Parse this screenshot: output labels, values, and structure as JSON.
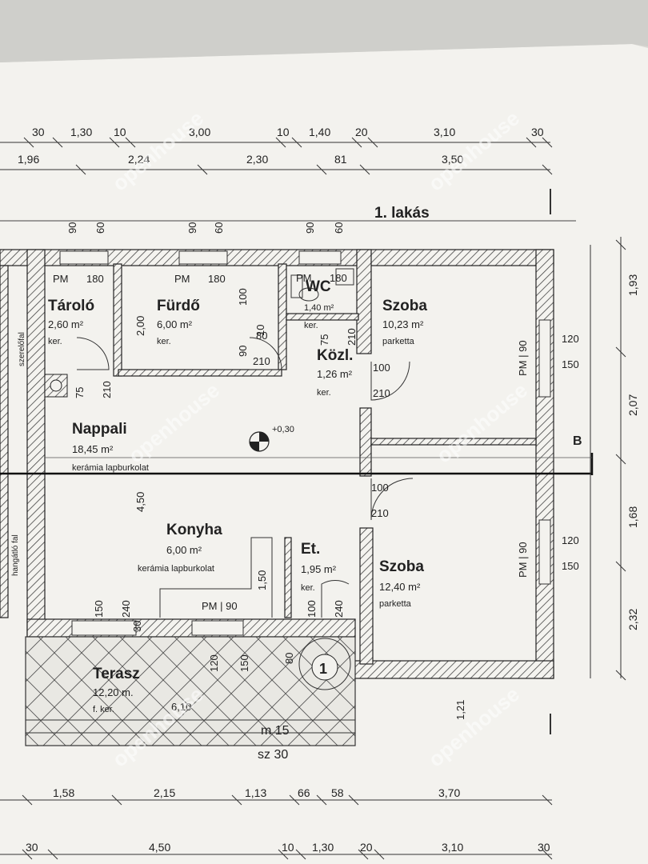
{
  "title": "1. lakás",
  "axis_marker": "B",
  "level": "+0,30",
  "stair": {
    "number": "1",
    "m": "m 15",
    "sz": "sz 30"
  },
  "watermark": "openhouse",
  "top_dims_row1": [
    "30",
    "1,30",
    "10",
    "3,00",
    "10",
    "1,40",
    "20",
    "3,10",
    "30"
  ],
  "top_dims_row2": [
    "1,96",
    "2,24",
    "2,30",
    "81",
    "3,50"
  ],
  "bottom_dims_row1": [
    "1,58",
    "2,15",
    "1,13",
    "66",
    "58",
    "3,70"
  ],
  "bottom_dims_row2": [
    "30",
    "4,50",
    "10",
    "1,30",
    "20",
    "3,10",
    "30"
  ],
  "right_dims": [
    "1,93",
    "2,07",
    "1,68",
    "2,32"
  ],
  "window_dims_top": [
    "90",
    "60",
    "90",
    "60",
    "90",
    "60"
  ],
  "rooms": {
    "tarolo": {
      "name": "Tároló",
      "area": "2,60 m²",
      "floor": "ker.",
      "pm": "PM",
      "pm_val": "180"
    },
    "furdo": {
      "name": "Fürdő",
      "area": "6,00 m²",
      "floor": "ker.",
      "pm": "PM",
      "pm_val": "180"
    },
    "wc": {
      "name": "WC",
      "area": "1,40 m²",
      "floor": "ker.",
      "pm": "PM",
      "pm_val": "180"
    },
    "szoba1": {
      "name": "Szoba",
      "area": "10,23 m²",
      "floor": "parketta"
    },
    "kozl": {
      "name": "Közl.",
      "area": "1,26 m²",
      "floor": "ker."
    },
    "nappali": {
      "name": "Nappali",
      "area": "18,45 m²",
      "floor": "kerámia lapburkolat"
    },
    "konyha": {
      "name": "Konyha",
      "area": "6,00 m²",
      "floor": "kerámia lapburkolat"
    },
    "et": {
      "name": "Et.",
      "area": "1,95 m²",
      "floor": "ker."
    },
    "szoba2": {
      "name": "Szoba",
      "area": "12,40 m²",
      "floor": "parketta"
    },
    "terasz": {
      "name": "Terasz",
      "area": "12,20 m.",
      "floor": "f. ker.",
      "length": "6,10"
    }
  },
  "inner_labels": {
    "furdo_door_w": "80",
    "furdo_door_h": "210",
    "tarolo_door_w": "75",
    "tarolo_door_h": "210",
    "wc_door_w": "75",
    "wc_door_h": "210",
    "furdo_side": "2,00",
    "wall_10": "10",
    "wall_100": "100",
    "wall_90": "90",
    "szoba1_door_w": "100",
    "szoba1_door_h": "210",
    "szoba2_door_w": "100",
    "szoba2_door_h": "210",
    "szoba1_pm": "PM | 90",
    "szoba1_win_w": "120",
    "szoba1_win_h": "150",
    "szoba2_pm": "PM | 90",
    "szoba2_win_w": "120",
    "szoba2_win_h": "150",
    "konyha_pm": "PM | 90",
    "konyha_counter": "1,50",
    "nappali_depth": "4,50",
    "et_door_w": "100",
    "et_door_h": "240",
    "terrace_door_w": "150",
    "terrace_door_h": "240",
    "terrace_30": "30",
    "terrace_win_w": "120",
    "terrace_win_h": "150",
    "stair_80": "80",
    "dim_121": "1,21",
    "wall_left_1": "hangátló fal",
    "wall_left_2": "szerelőfal"
  }
}
